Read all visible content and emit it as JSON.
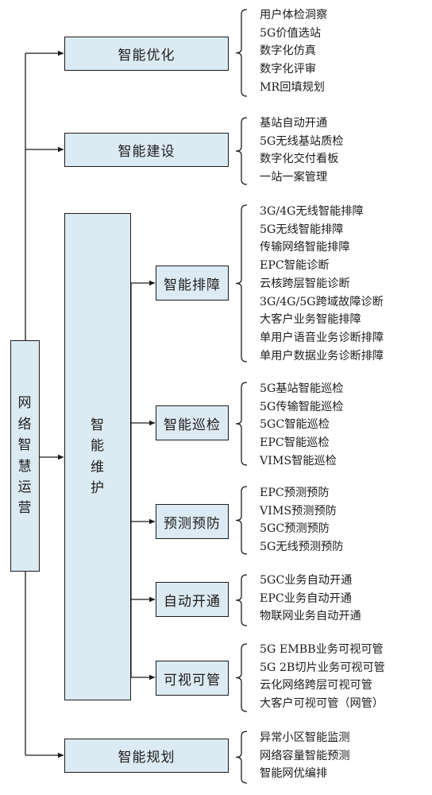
{
  "root": {
    "label": "网络智慧运营"
  },
  "maintenance": {
    "label": "智能维护"
  },
  "top_level": [
    {
      "id": "optimize",
      "label": "智能优化",
      "items": [
        "用户体检洞察",
        "5G价值选站",
        "数字化仿真",
        "数字化评审",
        "MR回填规划"
      ]
    },
    {
      "id": "build",
      "label": "智能建设",
      "items": [
        "基站自动开通",
        "5G无线基站质检",
        "数字化交付看板",
        "一站一案管理"
      ]
    },
    {
      "id": "plan",
      "label": "智能规划",
      "items": [
        "异常小区智能监测",
        "网络容量智能预测",
        "智能网优编排"
      ]
    }
  ],
  "maintenance_children": [
    {
      "id": "troubleshoot",
      "label": "智能排障",
      "items": [
        "3G/4G无线智能排障",
        "5G无线智能排障",
        "传输网络智能排障",
        "EPC智能诊断",
        "云核跨层智能诊断",
        "3G/4G/5G跨域故障诊断",
        "大客户业务智能排障",
        "单用户语音业务诊断排障",
        "单用户数据业务诊断排障"
      ]
    },
    {
      "id": "inspect",
      "label": "智能巡检",
      "items": [
        "5G基站智能巡检",
        "5G传输智能巡检",
        "5GC智能巡检",
        "EPC智能巡检",
        "VIMS智能巡检"
      ]
    },
    {
      "id": "predict",
      "label": "预测预防",
      "items": [
        "EPC预测预防",
        "VIMS预测预防",
        "5GC预测预防",
        "5G无线预测预防"
      ]
    },
    {
      "id": "autoopen",
      "label": "自动开通",
      "items": [
        "5GC业务自动开通",
        "EPC业务自动开通",
        "物联网业务自动开通"
      ]
    },
    {
      "id": "visible",
      "label": "可视可管",
      "items": [
        "5G EMBB业务可视可管",
        "5G 2B切片业务可视可管",
        "云化网络跨层可视可管",
        "大客户可视可管（网管）"
      ]
    }
  ]
}
